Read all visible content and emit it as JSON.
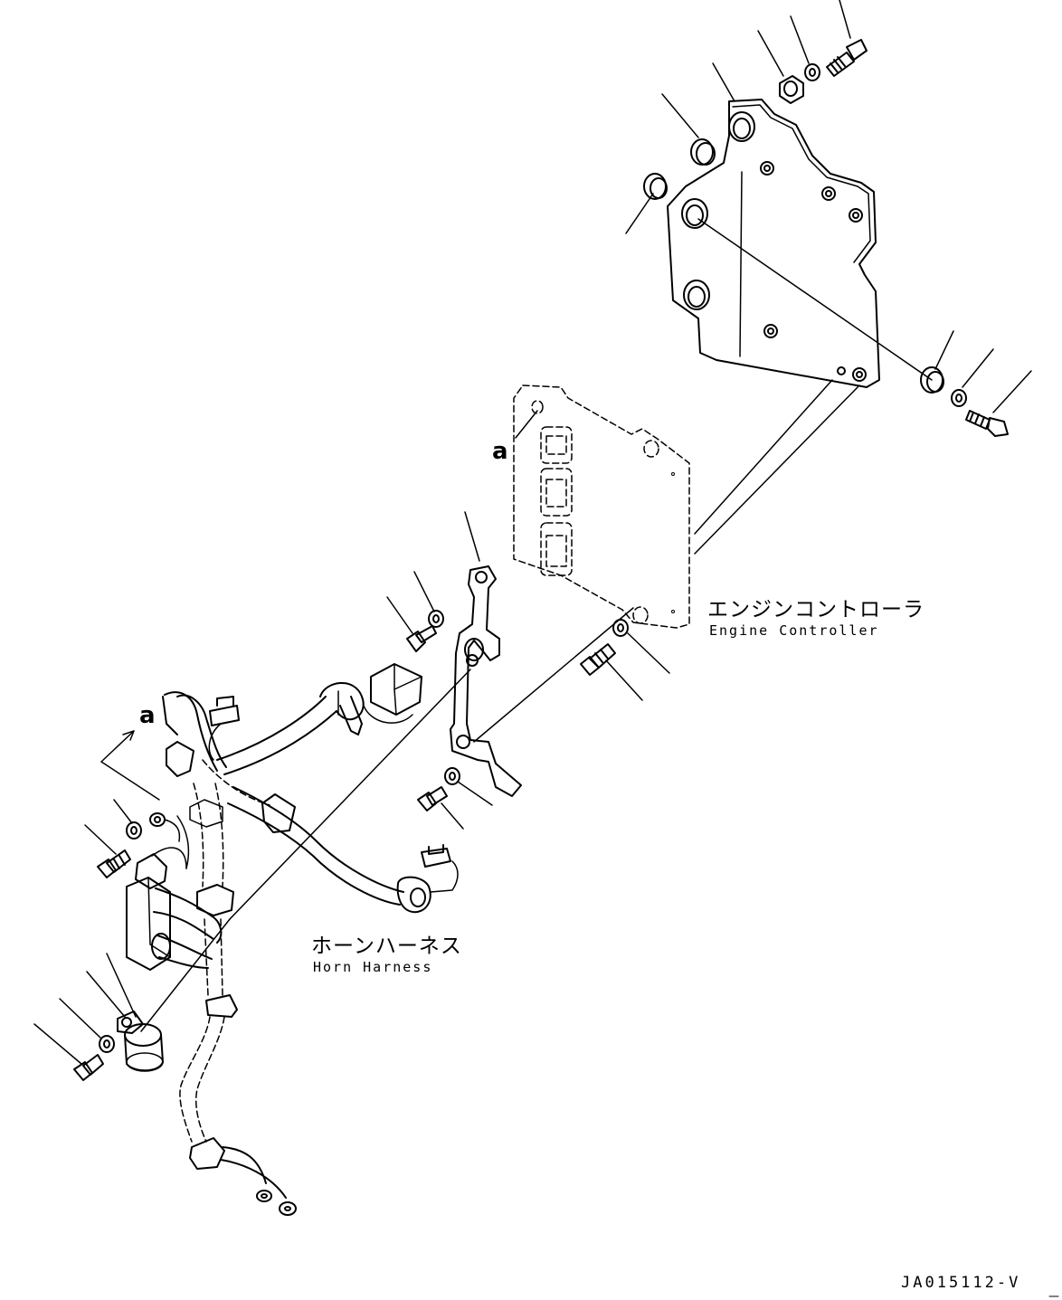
{
  "labels": {
    "engine_controller_jp": "エンジンコントローラ",
    "engine_controller_en": "Engine Controller",
    "horn_harness_jp": "ホーンハーネス",
    "horn_harness_en": "Horn Harness",
    "ref_a_top": "a",
    "ref_a_left": "a",
    "drawing_code": "JA015112-V"
  },
  "colors": {
    "ink": "#000000",
    "paper": "#ffffff"
  }
}
